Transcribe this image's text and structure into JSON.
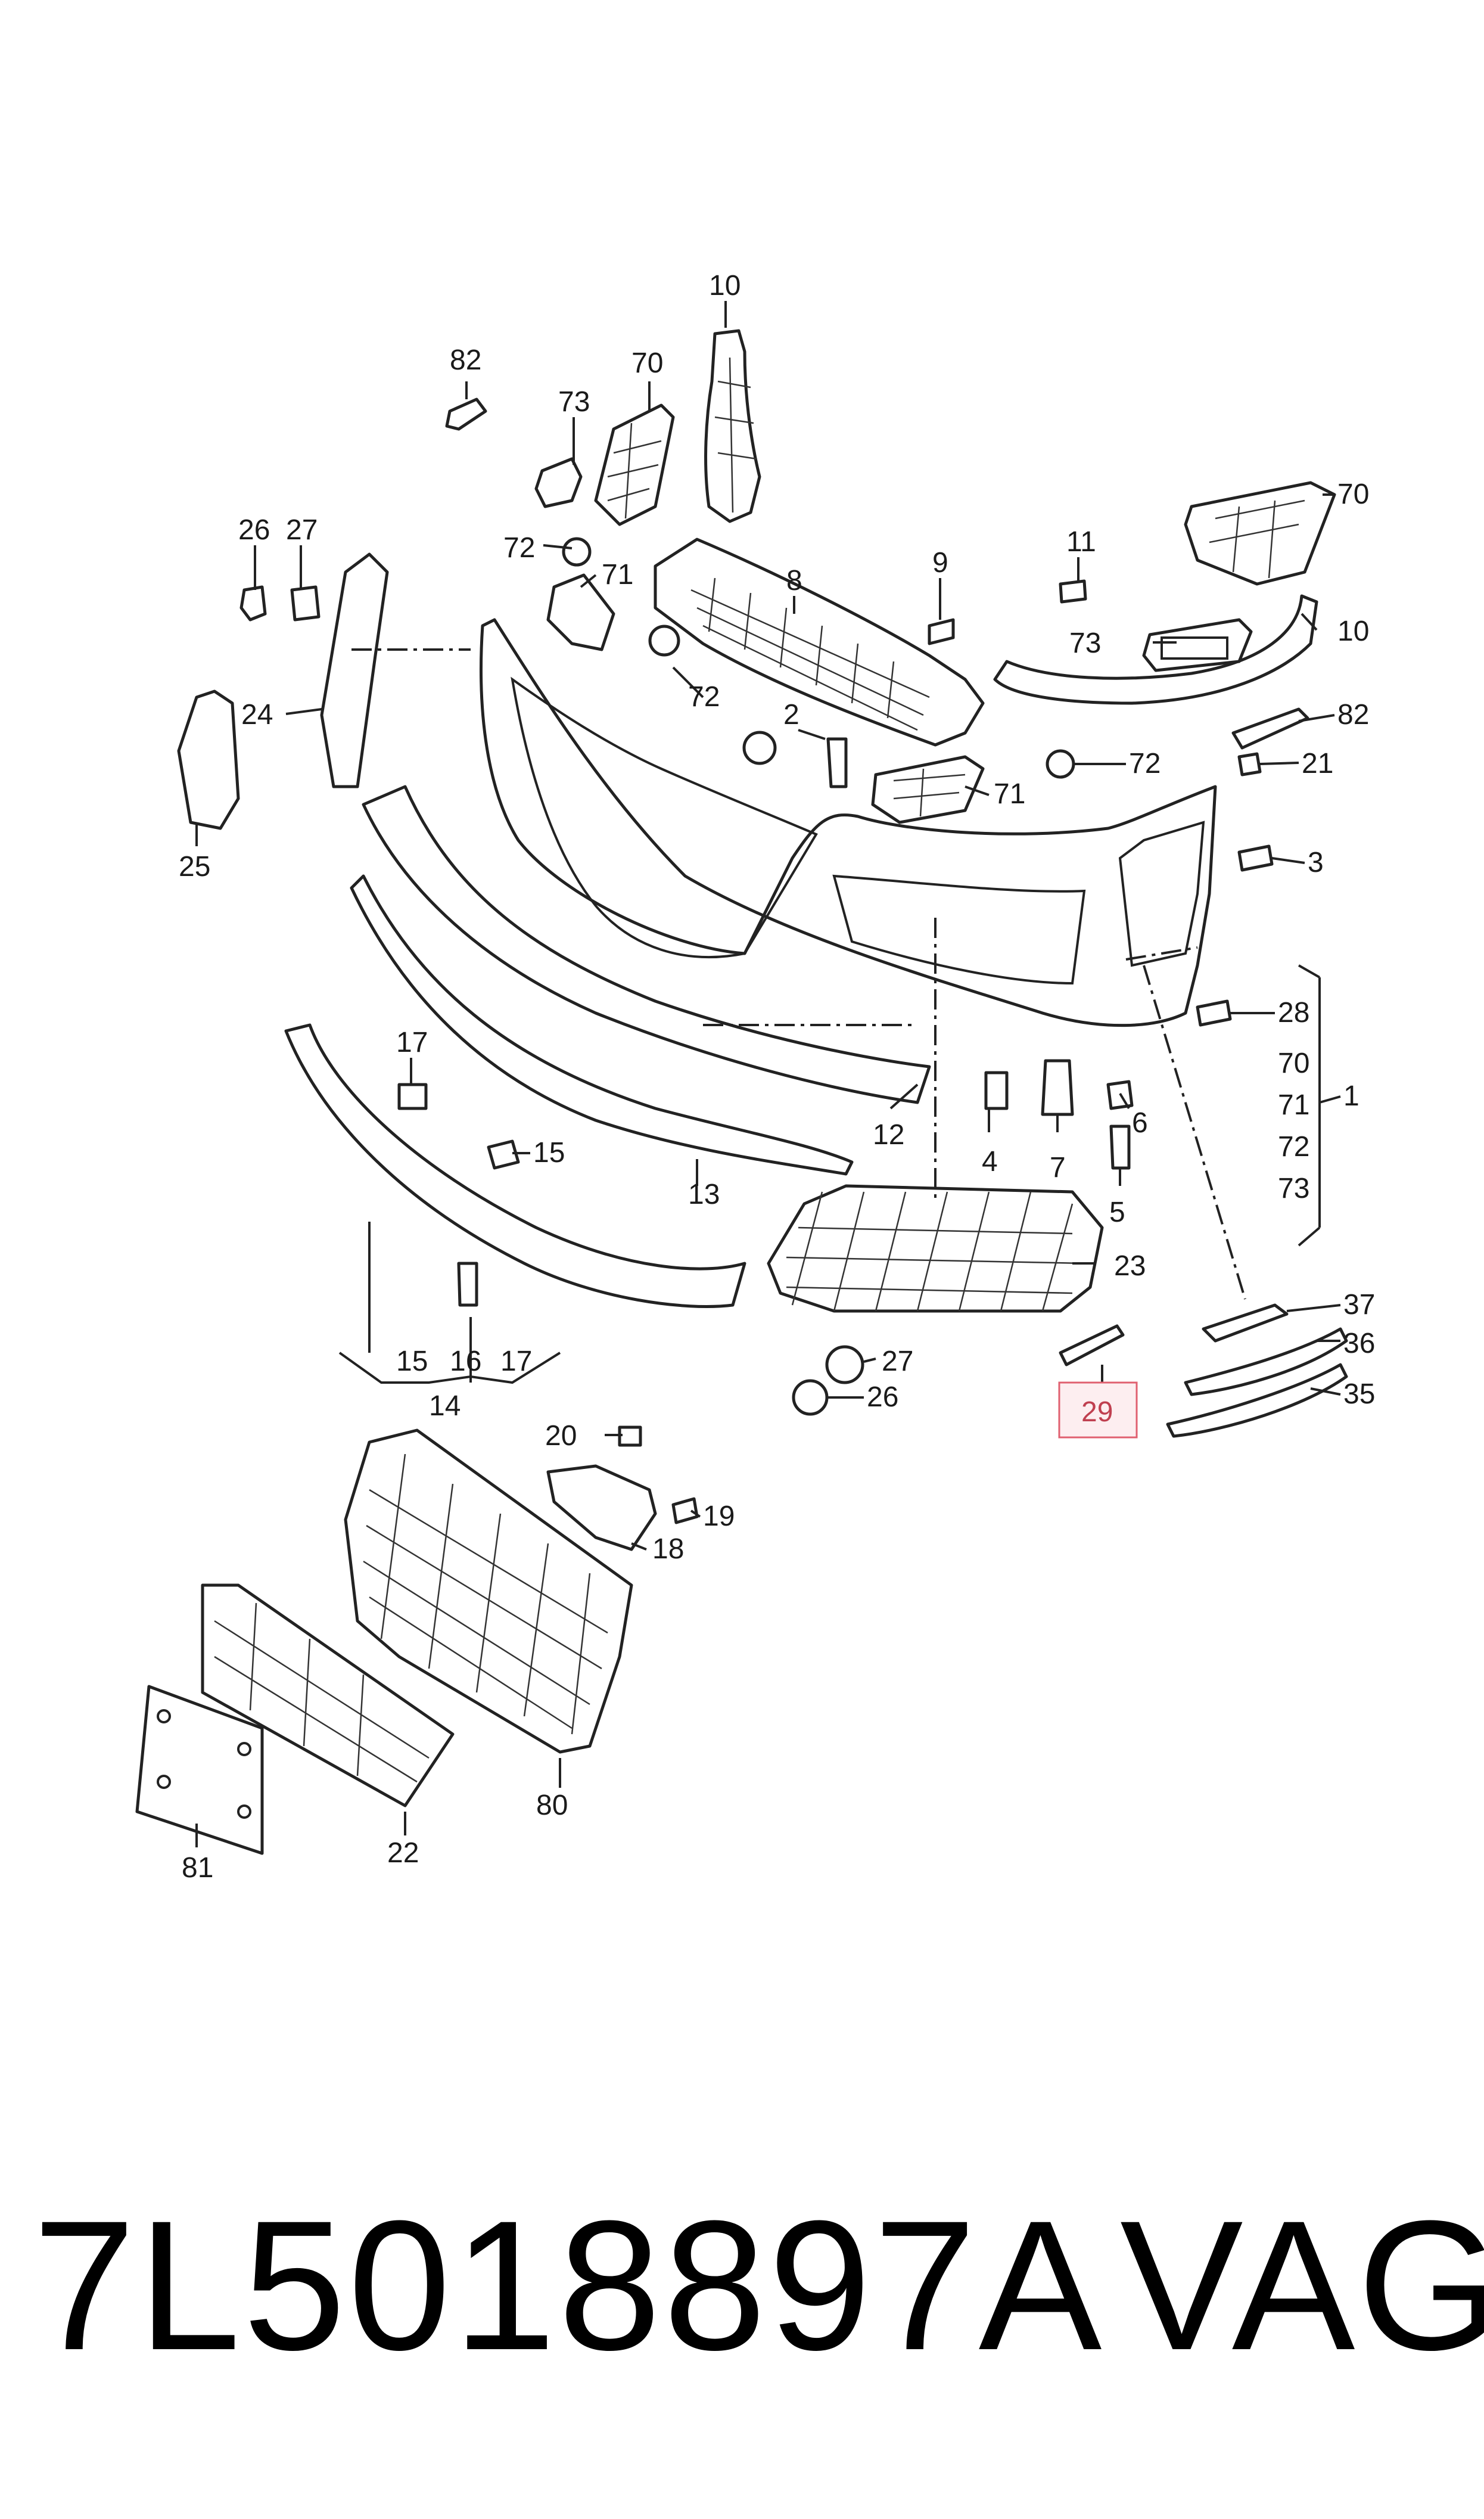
{
  "footer": {
    "part_number": "7L5018897A",
    "brand": "VAG"
  },
  "highlight_color": "#e06070",
  "callouts": [
    {
      "id": "c-10a",
      "label": "10"
    },
    {
      "id": "c-82a",
      "label": "82"
    },
    {
      "id": "c-70a",
      "label": "70"
    },
    {
      "id": "c-73a",
      "label": "73"
    },
    {
      "id": "c-26a",
      "label": "26"
    },
    {
      "id": "c-27a",
      "label": "27"
    },
    {
      "id": "c-72a",
      "label": "72"
    },
    {
      "id": "c-71a",
      "label": "71"
    },
    {
      "id": "c-8",
      "label": "8"
    },
    {
      "id": "c-9",
      "label": "9"
    },
    {
      "id": "c-11",
      "label": "11"
    },
    {
      "id": "c-70b",
      "label": "70"
    },
    {
      "id": "c-73b",
      "label": "73"
    },
    {
      "id": "c-10b",
      "label": "10"
    },
    {
      "id": "c-24",
      "label": "24"
    },
    {
      "id": "c-72b",
      "label": "72"
    },
    {
      "id": "c-2",
      "label": "2"
    },
    {
      "id": "c-82b",
      "label": "82"
    },
    {
      "id": "c-72c",
      "label": "72"
    },
    {
      "id": "c-21",
      "label": "21"
    },
    {
      "id": "c-71b",
      "label": "71"
    },
    {
      "id": "c-25",
      "label": "25"
    },
    {
      "id": "c-3",
      "label": "3"
    },
    {
      "id": "c-28",
      "label": "28"
    },
    {
      "id": "c-1",
      "label": "1"
    },
    {
      "id": "c-70c",
      "label": "70"
    },
    {
      "id": "c-71c",
      "label": "71"
    },
    {
      "id": "c-72d",
      "label": "72"
    },
    {
      "id": "c-73c",
      "label": "73"
    },
    {
      "id": "c-17a",
      "label": "17"
    },
    {
      "id": "c-15a",
      "label": "15"
    },
    {
      "id": "c-6",
      "label": "6"
    },
    {
      "id": "c-12",
      "label": "12"
    },
    {
      "id": "c-4",
      "label": "4"
    },
    {
      "id": "c-7",
      "label": "7"
    },
    {
      "id": "c-5",
      "label": "5"
    },
    {
      "id": "c-13",
      "label": "13"
    },
    {
      "id": "c-23",
      "label": "23"
    },
    {
      "id": "c-37",
      "label": "37"
    },
    {
      "id": "c-36",
      "label": "36"
    },
    {
      "id": "c-35",
      "label": "35"
    },
    {
      "id": "c-27b",
      "label": "27"
    },
    {
      "id": "c-26b",
      "label": "26"
    },
    {
      "id": "c-29",
      "label": "29"
    },
    {
      "id": "c-15b",
      "label": "15"
    },
    {
      "id": "c-16",
      "label": "16"
    },
    {
      "id": "c-17b",
      "label": "17"
    },
    {
      "id": "c-14",
      "label": "14"
    },
    {
      "id": "c-20",
      "label": "20"
    },
    {
      "id": "c-19",
      "label": "19"
    },
    {
      "id": "c-18",
      "label": "18"
    },
    {
      "id": "c-80",
      "label": "80"
    },
    {
      "id": "c-22",
      "label": "22"
    },
    {
      "id": "c-81",
      "label": "81"
    }
  ]
}
